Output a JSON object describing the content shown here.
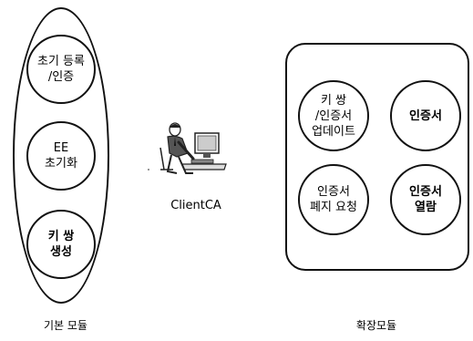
{
  "left_group": {
    "caption": "기본 모듈",
    "nodes": [
      {
        "id": "initial-registration",
        "text": "초기 등록\n/인증",
        "bold": false
      },
      {
        "id": "ee-init",
        "text": "EE\n초기화",
        "bold": false
      },
      {
        "id": "keypair-gen",
        "text": "키 쌍\n생성",
        "bold": true
      }
    ]
  },
  "center": {
    "label": "ClientCA",
    "icon": "person-at-computer-icon"
  },
  "right_group": {
    "caption": "확장모듈",
    "nodes": [
      {
        "id": "keypair-update",
        "text": "키 쌍\n/인증서\n업데이트",
        "bold": false
      },
      {
        "id": "certificate",
        "text": "인증서",
        "bold": true
      },
      {
        "id": "revoke-request",
        "text": "인증서\n폐지 요청",
        "bold": false
      },
      {
        "id": "cert-view",
        "text": "인증서\n열람",
        "bold": true
      }
    ]
  }
}
